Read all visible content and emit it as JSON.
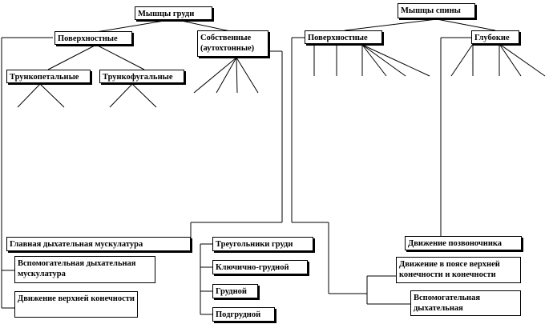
{
  "chest": {
    "title": "Мышцы груди",
    "superficial": "Поверхностные",
    "trunkopetal": "Трункопетальные",
    "trunkofugal": "Трункофугальные",
    "own": "Собственные (аутохтонные)",
    "main_respiratory": "Главная дыхательная  мускулатура",
    "aux_respiratory": "Вспомогательная дыхательная  мускулатура",
    "upper_limb_movement": "Движение верхней конечности",
    "muscles": [
      "Треугольники груди",
      "Ключично-грудной",
      "Грудной",
      "Подгрудной"
    ]
  },
  "back": {
    "title": "Мышцы спины",
    "superficial": "Поверхностные",
    "deep": "Глубокие",
    "spine_movement": "Движение позвоночника",
    "girdle_movement": "Движение в поясе верхней конечности и конечности",
    "aux_respiratory": "Вспомогательная дыхательная"
  }
}
